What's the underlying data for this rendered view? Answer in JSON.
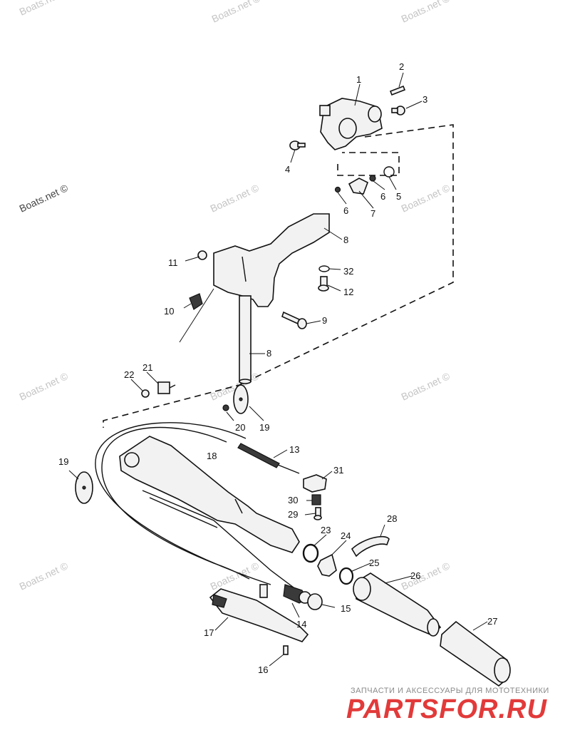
{
  "diagram": {
    "callouts": [
      "1",
      "2",
      "3",
      "4",
      "5",
      "6",
      "6",
      "7",
      "8",
      "8",
      "9",
      "10",
      "11",
      "12",
      "32",
      "13",
      "14",
      "15",
      "16",
      "17",
      "18",
      "19",
      "19",
      "20",
      "21",
      "22",
      "23",
      "24",
      "25",
      "26",
      "27",
      "28",
      "29",
      "30",
      "31"
    ],
    "watermark": "Boats.net ©"
  },
  "brand": {
    "caption": "ЗАПЧАСТИ И АКСЕССУАРЫ ДЛЯ МОТОТЕХНИКИ",
    "logo": "PARTSFOR.RU",
    "logo_color": "#e23a3a"
  }
}
